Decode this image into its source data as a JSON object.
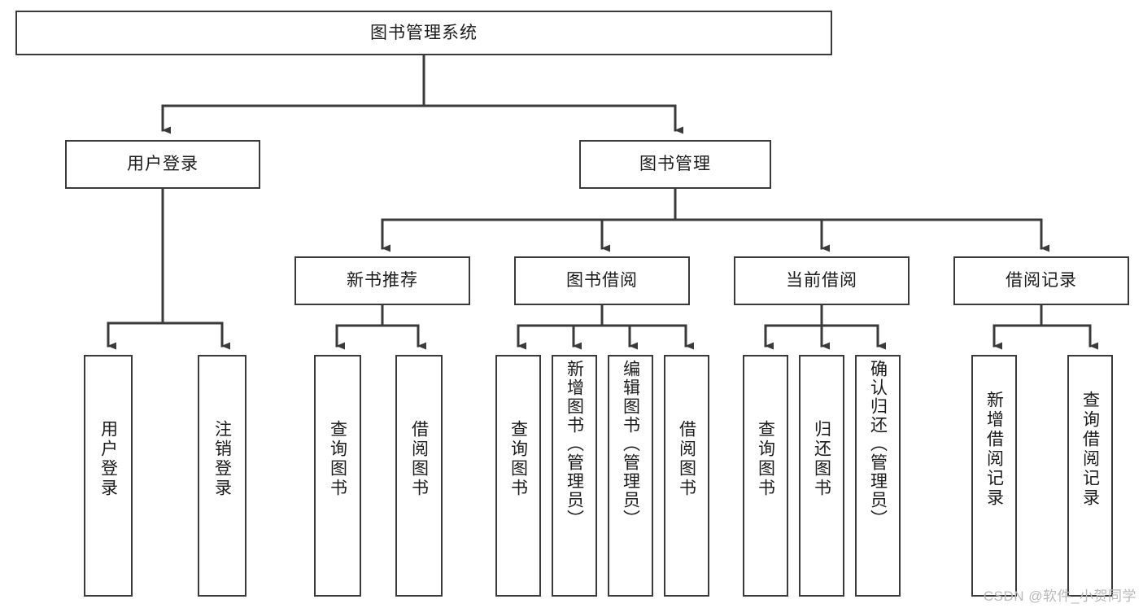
{
  "diagram": {
    "title": "图书管理系统",
    "type": "tree-hierarchy",
    "orientation": "top-down",
    "colors": {
      "box_border": "#3a3a3a",
      "box_fill": "#ffffff",
      "connector": "#3a3a3a",
      "text": "#1b1b1b",
      "watermark": "#b9b9b9"
    },
    "levels": {
      "root": "图书管理系统",
      "level2": [
        "用户登录",
        "图书管理"
      ],
      "level3": [
        "新书推荐",
        "图书借阅",
        "当前借阅",
        "借阅记录"
      ]
    },
    "nodes": {
      "root": {
        "label": "图书管理系统"
      },
      "user_login": {
        "label": "用户登录"
      },
      "book_manage": {
        "label": "图书管理"
      },
      "new_book_rec": {
        "label": "新书推荐"
      },
      "book_borrow": {
        "label": "图书借阅"
      },
      "current_borrow": {
        "label": "当前借阅"
      },
      "borrow_record": {
        "label": "借阅记录"
      },
      "leaf_user_login": {
        "label": "用户登录"
      },
      "leaf_logout": {
        "label": "注销登录"
      },
      "leaf_query_book_1": {
        "label": "查询图书"
      },
      "leaf_borrow_book_1": {
        "label": "借阅图书"
      },
      "leaf_query_book_2": {
        "label": "查询图书"
      },
      "leaf_add_book": {
        "label": "新增图书（管理员）"
      },
      "leaf_edit_book": {
        "label": "编辑图书（管理员）"
      },
      "leaf_borrow_book_2": {
        "label": "借阅图书"
      },
      "leaf_query_book_3": {
        "label": "查询图书"
      },
      "leaf_return_book": {
        "label": "归还图书"
      },
      "leaf_confirm_return": {
        "label": "确认归还（管理员）"
      },
      "leaf_add_record": {
        "label": "新增借阅记录"
      },
      "leaf_query_record": {
        "label": "查询借阅记录"
      }
    }
  },
  "watermark": {
    "text": "CSDN @软件_小贺同学"
  }
}
